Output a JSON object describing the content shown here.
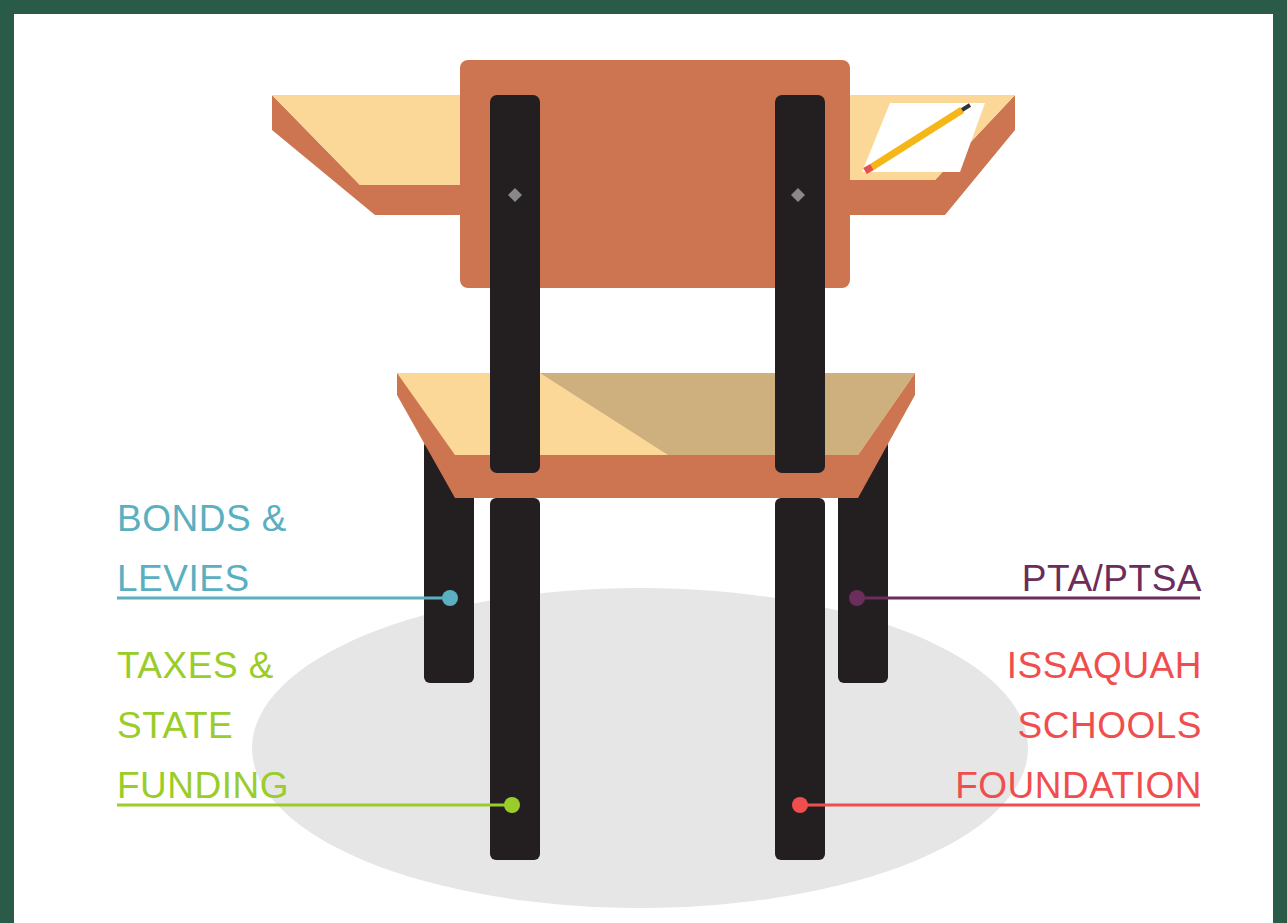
{
  "diagram": {
    "labels": [
      "BONDS & LEVIES",
      "PTA/PTSA",
      "TAXES & STATE FUNDING",
      "ISSAQUAH SCHOOLS FOUNDATION"
    ]
  }
}
